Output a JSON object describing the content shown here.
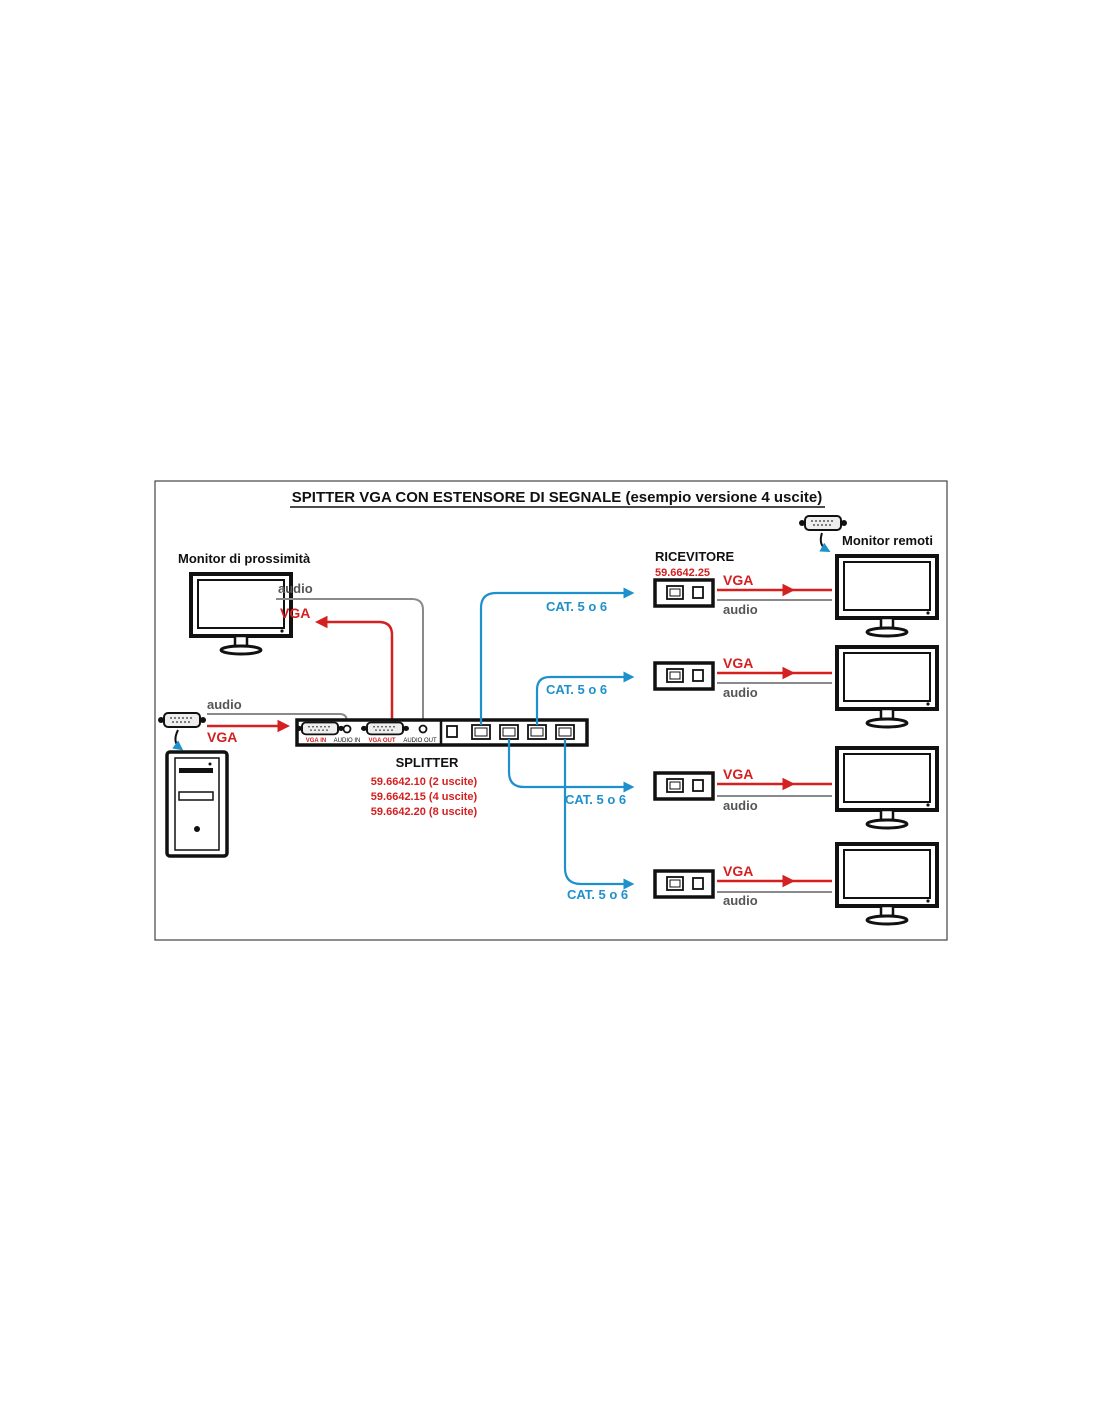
{
  "title": "SPITTER VGA CON ESTENSORE DI SEGNALE (esempio versione 4 uscite)",
  "local_monitor": {
    "label": "Monitor di prossimità",
    "audio": "audio",
    "vga": "VGA"
  },
  "pc": {
    "audio": "audio",
    "vga": "VGA"
  },
  "splitter": {
    "name": "SPLITTER",
    "port_vga_in": "VGA IN",
    "port_audio_in": "AUDIO IN",
    "port_vga_out": "VGA OUT",
    "port_audio_out": "AUDIO OUT",
    "models": [
      "59.6642.10 (2 uscite)",
      "59.6642.15 (4 uscite)",
      "59.6642.20 (8 uscite)"
    ]
  },
  "receiver": {
    "name": "RICEVITORE",
    "model": "59.6642.25"
  },
  "remote_label": "Monitor remoti",
  "cat_label": "CAT. 5 o 6",
  "vga_label": "VGA",
  "audio_label": "audio",
  "colors": {
    "red": "#d42020",
    "blue": "#1e90cc",
    "gray": "#8a8a8a",
    "black": "#111111"
  }
}
